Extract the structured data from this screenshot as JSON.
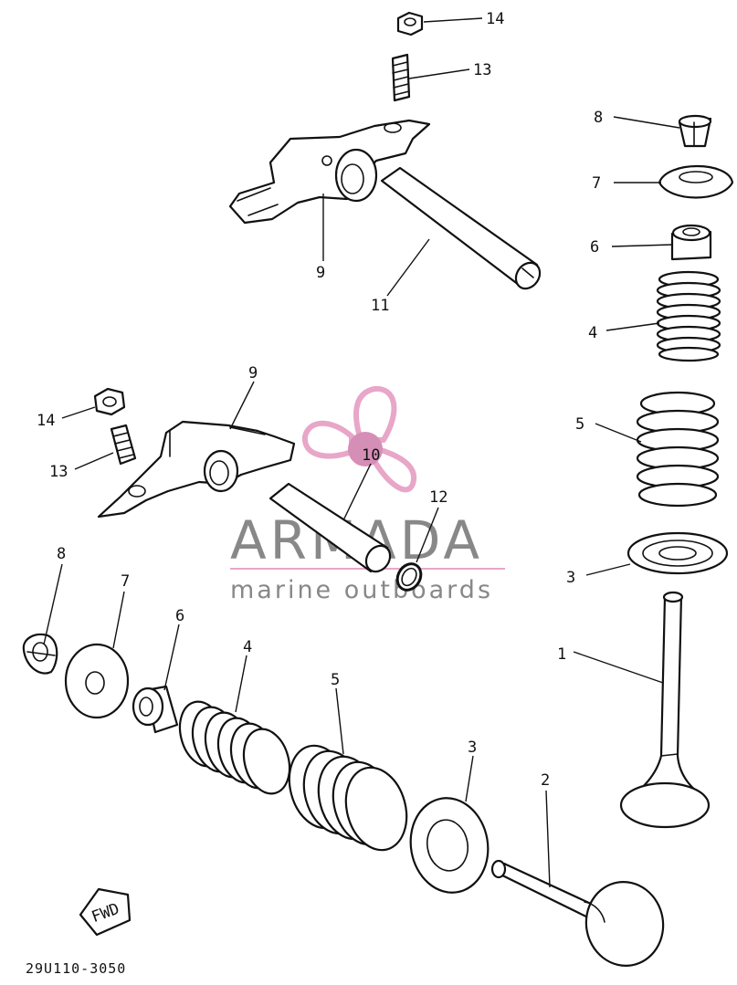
{
  "diagram": {
    "callouts": {
      "c14a": "14",
      "c13a": "13",
      "c9a": "9",
      "c11": "11",
      "c8a": "8",
      "c7a": "7",
      "c6a": "6",
      "c4a": "4",
      "c5a": "5",
      "c3a": "3",
      "c1": "1",
      "c9b": "9",
      "c14b": "14",
      "c13b": "13",
      "c10": "10",
      "c12": "12",
      "c8b": "8",
      "c7b": "7",
      "c6b": "6",
      "c4b": "4",
      "c5b": "5",
      "c3b": "3",
      "c2": "2"
    },
    "fwd_label": "FWD",
    "diagram_code": "29U110-3050"
  },
  "watermark": {
    "brand": "ARMADA",
    "tagline": "marine outboards",
    "logo_color": "#e8a6c8",
    "hub_color": "#d58fb6",
    "text_color": "#888888"
  }
}
